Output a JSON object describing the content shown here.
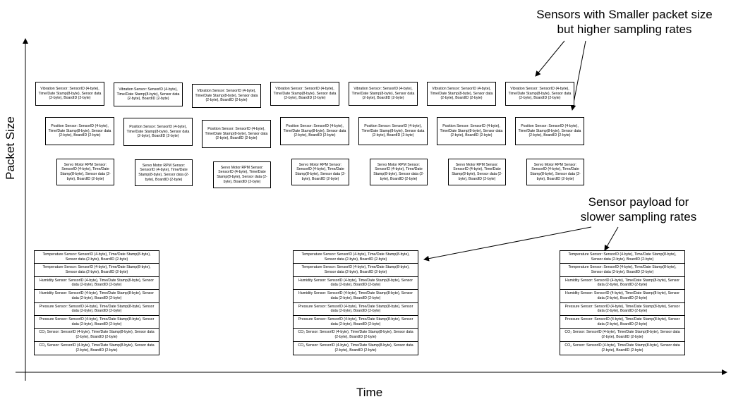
{
  "axes": {
    "y_label": "Packet Size",
    "x_label": "Time"
  },
  "annotations": {
    "high_rate": [
      "Sensors with Smaller packet size",
      "but higher sampling rates"
    ],
    "slow_rate": [
      "Sensor payload for",
      "slower sampling rates"
    ]
  },
  "high_rate_rows": [
    {
      "row": "vibration",
      "count": 7,
      "text": "Vibration Sensor: SensorID (4-byte), Time/Date Stamp(8-byte), Sensor data (2-byte), BoardID (2-byte)"
    },
    {
      "row": "position",
      "count": 7,
      "text": "Position Sensor: SensorID (4-byte), Time/Date Stamp(8-byte), Sensor data (2-byte), BoardID (2-byte)"
    },
    {
      "row": "servo",
      "count": 7,
      "text": "Servo Motor RPM Sensor: SensorID (4-byte), Time/Date Stamp(8-byte), Sensor data (2-byte), BoardID (2-byte)"
    }
  ],
  "slow_rate_stacks": [
    {
      "name": "stack-1",
      "cells": [
        "Temperature Sensor: SensorID (4-byte), Time/Date Stamp(8-byte), Sensor data (2-byte), BoardID (2-byte)",
        "Temperature Sensor: SensorID (4-byte), Time/Date Stamp(8-byte), Sensor data (2-byte), BoardID (2-byte)",
        "Humidity Sensor: SensorID (4-byte), Time/Date Stamp(8-byte), Sensor data (2-byte), BoardID (2-byte)",
        "Humidity Sensor: SensorID (4-byte), Time/Date Stamp(8-byte), Sensor data (2-byte), BoardID (2-byte)",
        "Pressure Sensor: SensorID (4-byte), Time/Date Stamp(8-byte), Sensor data (2-byte), BoardID (2-byte)",
        "Pressure Sensor: SensorID (4-byte), Time/Date Stamp(8-byte), Sensor data (2-byte), BoardID (2-byte)",
        "CO₂ Sensor: SensorID (4-byte), Time/Date Stamp(8-byte), Sensor data (2-byte), BoardID (2-byte)",
        "CO₂ Sensor: SensorID (4-byte), Time/Date Stamp(8-byte), Sensor data (2-byte), BoardID (2-byte)"
      ]
    },
    {
      "name": "stack-2",
      "cells": [
        "Temperature Sensor: SensorID (4-byte), Time/Date Stamp(8-byte), Sensor data (2-byte), BoardID (2-byte)",
        "Temperature Sensor: SensorID (4-byte), Time/Date Stamp(8-byte), Sensor data (2-byte), BoardID (2-byte)",
        "Humidity Sensor: SensorID (4-byte), Time/Date Stamp(8-byte), Sensor data (2-byte), BoardID (2-byte)",
        "Humidity Sensor: SensorID (4-byte), Time/Date Stamp(8-byte), Sensor data (2-byte), BoardID (2-byte)",
        "Pressure Sensor: SensorID (4-byte), Time/Date Stamp(8-byte), Sensor data (2-byte), BoardID (2-byte)",
        "Pressure Sensor: SensorID (4-byte), Time/Date Stamp(8-byte), Sensor data (2-byte), BoardID (2-byte)",
        "CO₂ Sensor: SensorID (4-byte), Time/Date Stamp(8-byte), Sensor data (2-byte), BoardID (2-byte)",
        "CO₂ Sensor: SensorID (4-byte), Time/Date Stamp(8-byte), Sensor data (2-byte), BoardID (2-byte)"
      ]
    },
    {
      "name": "stack-3",
      "cells": [
        "Temperature Sensor: SensorID (4-byte), Time/Date Stamp(8-byte), Sensor data (2-byte), BoardID (2-byte)",
        "Temperature Sensor: SensorID (4-byte), Time/Date Stamp(8-byte), Sensor data (2-byte), BoardID (2-byte)",
        "Humidity Sensor: SensorID (4-byte), Time/Date Stamp(8-byte), Sensor data (2-byte), BoardID (2-byte)",
        "Humidity Sensor: SensorID (4-byte), Time/Date Stamp(8-byte), Sensor data (2-byte), BoardID (2-byte)",
        "Pressure Sensor: SensorID (4-byte), Time/Date Stamp(8-byte), Sensor data (2-byte), BoardID (2-byte)",
        "Pressure Sensor: SensorID (4-byte), Time/Date Stamp(8-byte), Sensor data (2-byte), BoardID (2-byte)",
        "CO₂ Sensor: SensorID (4-byte), Time/Date Stamp(8-byte), Sensor data (2-byte), BoardID (2-byte)",
        "CO₂ Sensor: SensorID (4-byte), Time/Date Stamp(8-byte), Sensor data (2-byte), BoardID (2-byte)"
      ]
    }
  ]
}
